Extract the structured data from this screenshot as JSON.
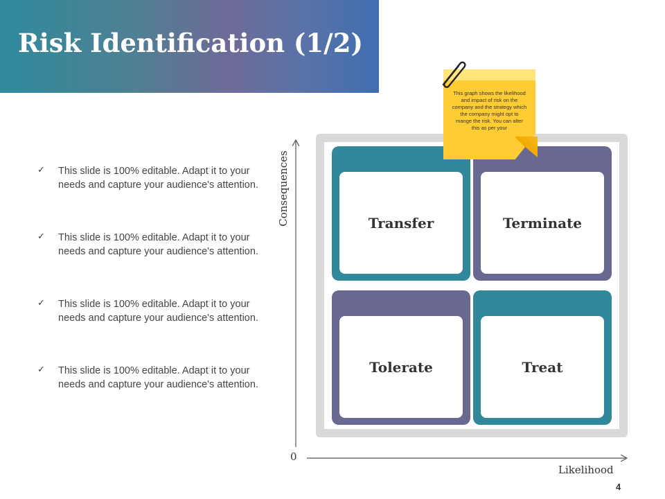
{
  "header": {
    "title": "Risk Identification (1/2)"
  },
  "bullets": [
    "This slide is 100% editable. Adapt it to your needs and capture your audience's attention.",
    "This slide is 100% editable. Adapt it to your needs and capture your audience's attention.",
    "This slide is 100% editable. Adapt it to your needs and capture your audience's attention.",
    "This slide is 100% editable. Adapt it to your needs and capture your audience's attention."
  ],
  "check_glyph": "✓",
  "diagram": {
    "y_axis_label": "Consequences",
    "x_axis_label": "Likelihood",
    "origin_label": "0",
    "quadrants": {
      "top_left": "Transfer",
      "top_right": "Terminate",
      "bottom_left": "Tolerate",
      "bottom_right": "Treat"
    },
    "note": "This graph shows the likelihood and impact of risk on the company and the strategy which the company might opt to mange the risk. You can alter this as per your"
  },
  "colors": {
    "teal": "#31889a",
    "purple": "#686891",
    "sticky_note": "#ffcc33"
  },
  "page_number": "4"
}
